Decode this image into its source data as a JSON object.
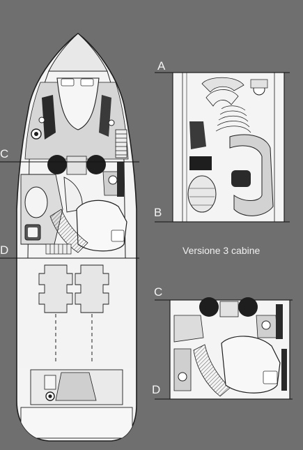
{
  "labels": {
    "section_a": "A",
    "section_b": "B",
    "section_c": "C",
    "section_d": "D",
    "inset_c": "C",
    "inset_d": "D"
  },
  "caption": "Versione 3 cabine",
  "colors": {
    "background": "#6f6f6f",
    "hull": "#f4f4f4",
    "outline": "#1e1e1e",
    "shade": "#bdbdbd",
    "dark": "#2a2a2a"
  }
}
